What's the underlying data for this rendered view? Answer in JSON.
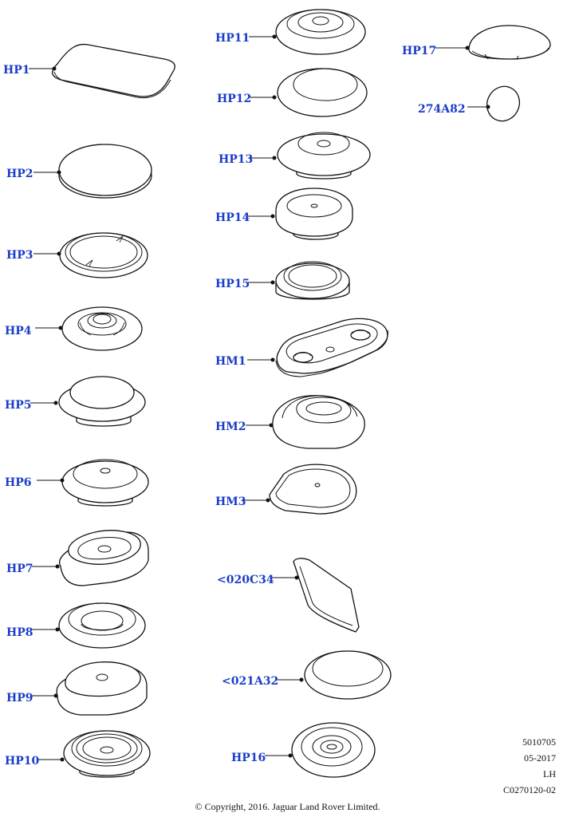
{
  "parts": [
    {
      "id": "HP1",
      "label": "HP1"
    },
    {
      "id": "HP2",
      "label": "HP2"
    },
    {
      "id": "HP3",
      "label": "HP3"
    },
    {
      "id": "HP4",
      "label": "HP4"
    },
    {
      "id": "HP5",
      "label": "HP5"
    },
    {
      "id": "HP6",
      "label": "HP6"
    },
    {
      "id": "HP7",
      "label": "HP7"
    },
    {
      "id": "HP8",
      "label": "HP8"
    },
    {
      "id": "HP9",
      "label": "HP9"
    },
    {
      "id": "HP10",
      "label": "HP10"
    },
    {
      "id": "HP11",
      "label": "HP11"
    },
    {
      "id": "HP12",
      "label": "HP12"
    },
    {
      "id": "HP13",
      "label": "HP13"
    },
    {
      "id": "HP14",
      "label": "HP14"
    },
    {
      "id": "HP15",
      "label": "HP15"
    },
    {
      "id": "HM1",
      "label": "HM1"
    },
    {
      "id": "HM2",
      "label": "HM2"
    },
    {
      "id": "HM3",
      "label": "HM3"
    },
    {
      "id": "020C34",
      "label": "<020C34"
    },
    {
      "id": "021A32",
      "label": "<021A32"
    },
    {
      "id": "HP16",
      "label": "HP16"
    },
    {
      "id": "HP17",
      "label": "HP17"
    },
    {
      "id": "274A82",
      "label": "274A82"
    }
  ],
  "meta": {
    "ref_number": "5010705",
    "date": "05-2017",
    "side": "LH",
    "drawing_code": "C0270120-02"
  },
  "copyright": "© Copyright, 2016. Jaguar Land Rover Limited.",
  "colors": {
    "label": "#1a3cc8",
    "line": "#111111"
  }
}
